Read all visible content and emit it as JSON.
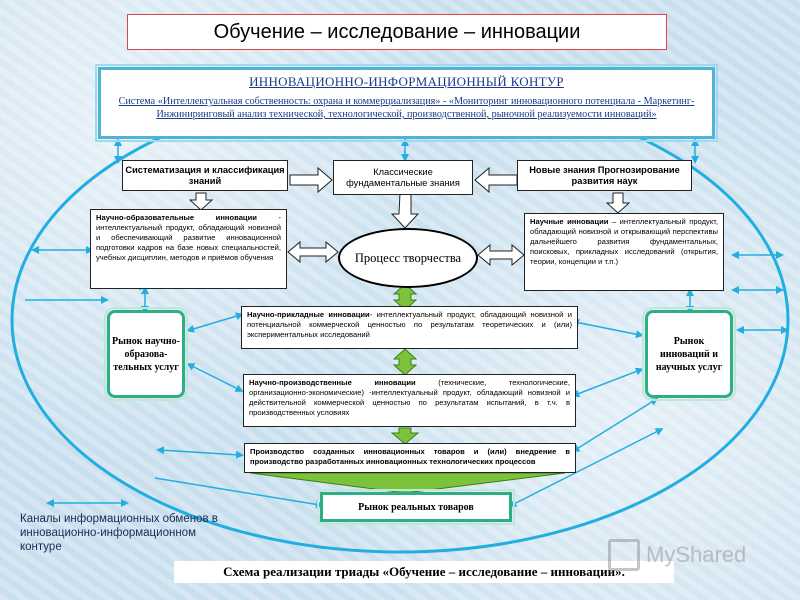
{
  "title": "Обучение – исследование – инновации",
  "contour": {
    "heading": "ИННОВАЦИОННО-ИНФОРМАЦИОННЫЙ КОНТУР",
    "text": "Система «Интеллектуальная собственность: охрана и коммерциализация» - «Мониторинг инновационного потенциала - Маркетинг- Инжиниринговый анализ технической, технологической, производственной, рыночной реализуемости инноваций»"
  },
  "top_boxes": {
    "systematization": "Систематизация и классификация знаний",
    "classical": "Классические фундаментальные знания",
    "new_knowledge": "Новые знания Прогнозирование развития наук"
  },
  "edu_innovations": {
    "head": "Научно-образовательные инновации",
    "text": " - интеллектуальный продукт, обладающий новизной и обеспечивающий развитие инновационной подготовки кадров на базе новых специальностей, учебных дисциплин, методов и приёмов обучения"
  },
  "creativity": "Процесс творчества",
  "sci_innovations": {
    "head": "Научные инновации",
    "text": " – интеллектуальный продукт, обладающий новизной и открывающий перспективы дальнейшего развития фундаментальных, поисковых, прикладных исследований (открытия, теории, концепции и т.п.)"
  },
  "applied": {
    "head": "Научно-прикладные инновации",
    "text": "- интеллектуальный продукт, обладающий новизной и потенциальной коммерческой ценностью по результатам теоретических и (или) экспериментальных исследований"
  },
  "production_innov": {
    "head": "Научно-производственные инновации",
    "text": " (технические, технологические, организационно-экономические) -интеллектуальный продукт, обладающий новизной и действительной коммерческой ценностью по результатам испытаний, в т.ч. в производственных условиях"
  },
  "production": "Производство созданных инновационных товаров и (или) внедрение в производство разработанных инновационных технологических процессов",
  "market_left": "Рынок научно-образова-тельных услуг",
  "market_right": "Рынок инноваций и научных услуг",
  "market_real": "Рынок реальных товаров",
  "legend": "Каналы информационных обменов в инновационно-информационном контуре",
  "caption": "Схема реализации триады «Обучение – исследование – инновации».",
  "watermark": "MyShared",
  "colors": {
    "accent_blue": "#4fb3d6",
    "green_frame": "#2fae86",
    "green_arrow": "#7cc23a",
    "title_border": "#d44444"
  }
}
